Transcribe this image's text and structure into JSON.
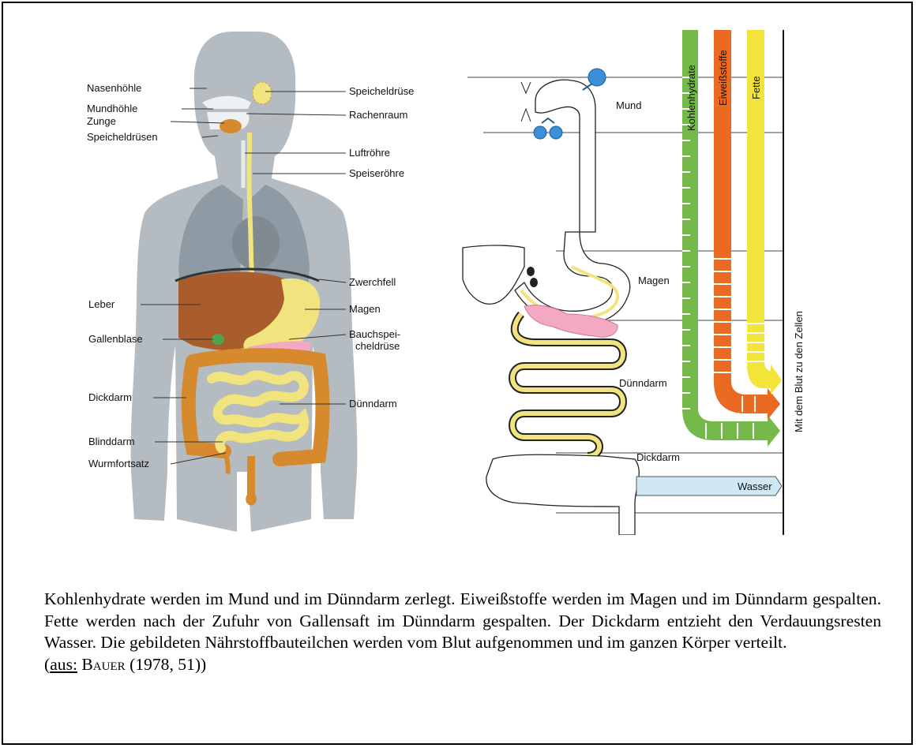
{
  "colors": {
    "background_body": "#b4bcc2",
    "organ_highlight": "#f1e37d",
    "colon": "#d6892d",
    "liver": "#a95c2c",
    "gallbladder_blue": "#3a8fd6",
    "pancreas": "#f3a9c2",
    "carbohydrates": "#74b94a",
    "proteins": "#ea6a22",
    "fats": "#f2e43a",
    "water": "#cfe8f4"
  },
  "left_labels": {
    "nasenhoehle": "Nasenhöhle",
    "mundhoehle": "Mundhöhle",
    "zunge": "Zunge",
    "speicheldruesen": "Speicheldrüsen",
    "leber": "Leber",
    "gallenblase": "Gallenblase",
    "dickdarm": "Dickdarm",
    "blinddarm": "Blinddarm",
    "wurmfortsatz": "Wurmfortsatz"
  },
  "right_labels": {
    "speicheldruese": "Speicheldrüse",
    "rachenraum": "Rachenraum",
    "luftroehre": "Luftröhre",
    "speiseroehre": "Speiseröhre",
    "zwerchfell": "Zwerchfell",
    "magen": "Magen",
    "bauch_1": "Bauchspei-",
    "bauch_2": "cheldrüse",
    "duenndarm": "Dünndarm"
  },
  "schematic": {
    "mund": "Mund",
    "magen": "Magen",
    "duenndarm": "Dünndarm",
    "dickdarm": "Dickdarm",
    "wasser": "Wasser",
    "kohlenhydrate": "Kohlenhydrate",
    "eiweissstoffe": "Eiweißstoffe",
    "fette": "Fette",
    "blut": "Mit dem Blut zu den Zellen"
  },
  "caption": {
    "text": "Kohlenhydrate werden im Mund und im Dünndarm zerlegt. Eiweißstoffe werden im Magen und im Dünndarm gespalten. Fette werden nach der Zufuhr von Gallensaft im Dünndarm gespalten. Der Dickdarm entzieht den Verdauungsresten Wasser. Die gebildeten Nährstoffbauteilchen werden vom Blut aufgenommen und im ganzen Körper verteilt.",
    "citation_lead": "aus:",
    "citation_author": "Bauer",
    "citation_ref": "(1978, 51))"
  }
}
